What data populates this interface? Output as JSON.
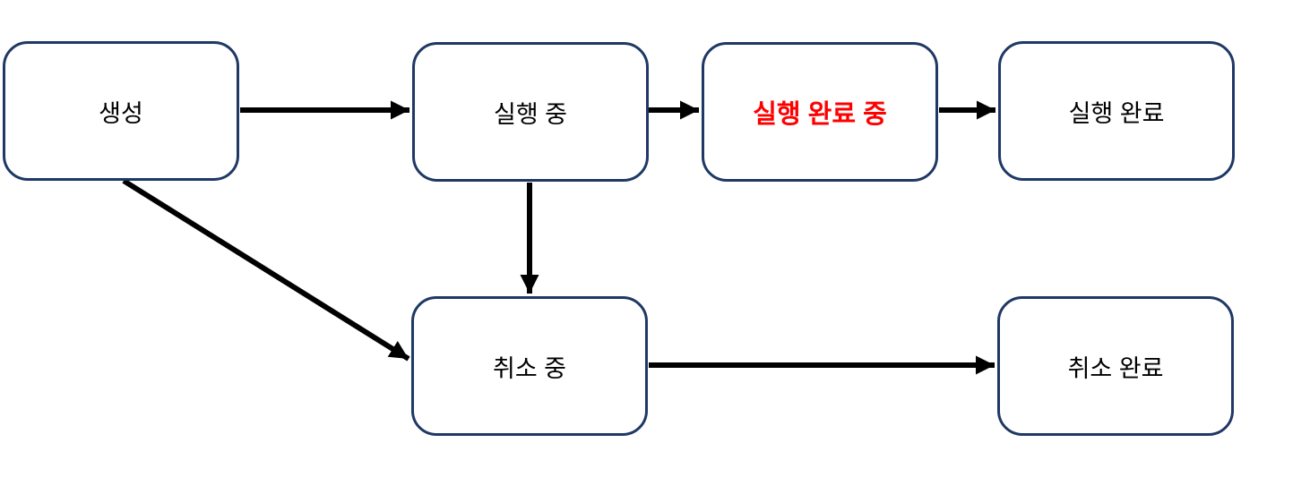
{
  "diagram": {
    "title": "state-transition-flowchart",
    "colors": {
      "background": "#ffffff",
      "box_border": "#1f3864",
      "box_fill": "#ffffff",
      "arrow": "#000000",
      "text": "#000000",
      "highlight_text": "#ff0000"
    },
    "nodes": [
      {
        "id": "created",
        "label": "생성",
        "highlight": false
      },
      {
        "id": "running",
        "label": "실행 중",
        "highlight": false
      },
      {
        "id": "run-completing",
        "label": "실행 완료 중",
        "highlight": true
      },
      {
        "id": "run-complete",
        "label": "실행 완료",
        "highlight": false
      },
      {
        "id": "canceling",
        "label": "취소 중",
        "highlight": false
      },
      {
        "id": "cancel-complete",
        "label": "취소 완료",
        "highlight": false
      }
    ],
    "edges": [
      {
        "from": "created",
        "to": "running"
      },
      {
        "from": "running",
        "to": "run-completing"
      },
      {
        "from": "run-completing",
        "to": "run-complete"
      },
      {
        "from": "running",
        "to": "canceling"
      },
      {
        "from": "created",
        "to": "canceling"
      },
      {
        "from": "canceling",
        "to": "cancel-complete"
      }
    ]
  }
}
